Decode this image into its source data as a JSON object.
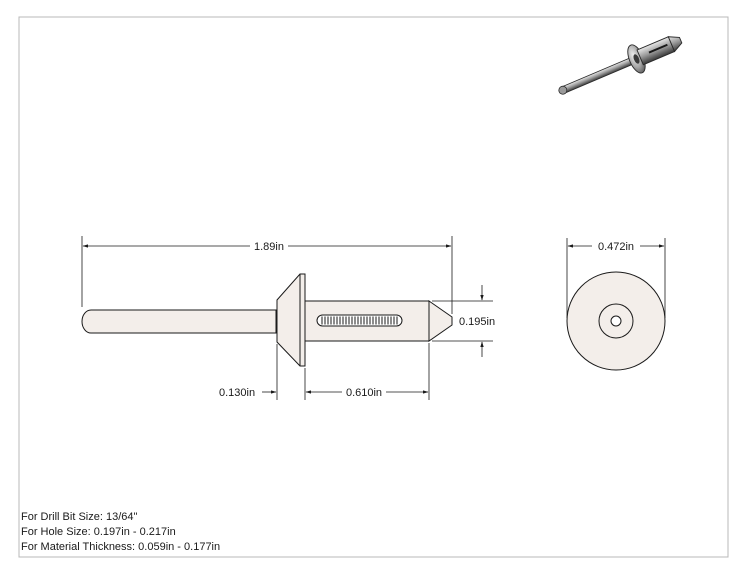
{
  "dimensions": {
    "overall_length": "1.89in",
    "head_diameter": "0.472in",
    "body_diameter": "0.195in",
    "head_height": "0.130in",
    "body_length": "0.610in"
  },
  "notes": {
    "drill_bit": "For Drill Bit Size: 13/64\"",
    "hole_size": "For Hole Size: 0.197in - 0.217in",
    "material_thickness": "For Material Thickness: 0.059in - 0.177in"
  },
  "colors": {
    "line": "#1a1a1a",
    "fill": "#f3eeea",
    "border": "#b8b8b8"
  }
}
